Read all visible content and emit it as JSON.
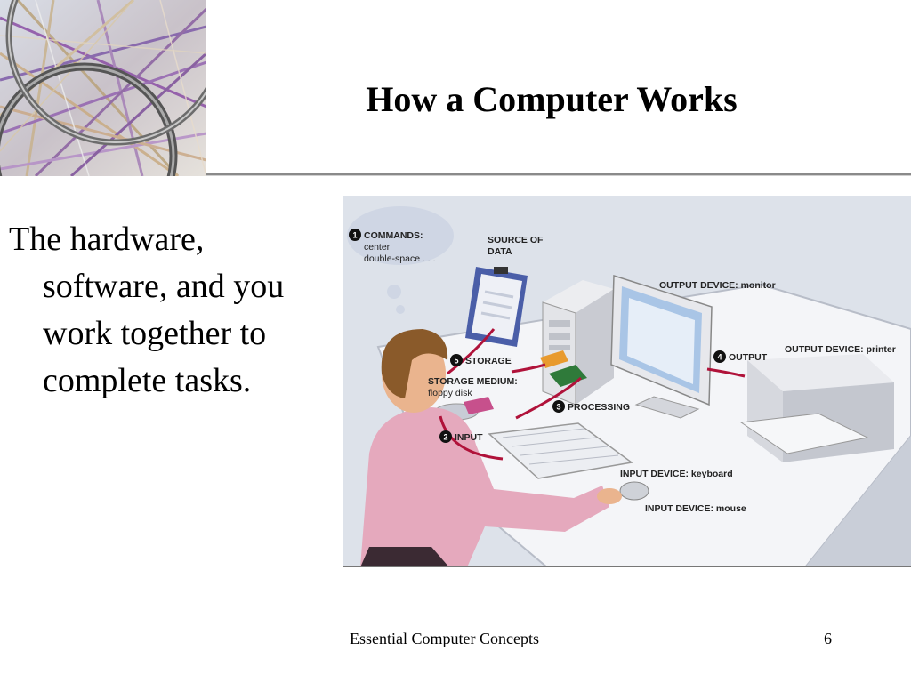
{
  "slide": {
    "title": "How a Computer Works",
    "body_lines": [
      "The hardware,",
      "software, and you",
      "work together to",
      "complete tasks."
    ]
  },
  "illustration": {
    "commands_label": "COMMANDS:",
    "commands_line1": "center",
    "commands_line2": "double-space . . .",
    "source_line1": "SOURCE OF",
    "source_line2": "DATA",
    "output_monitor": "OUTPUT DEVICE: monitor",
    "output_printer": "OUTPUT DEVICE: printer",
    "output_label": "OUTPUT",
    "storage_label": "STORAGE",
    "storage_medium_line1": "STORAGE MEDIUM:",
    "storage_medium_line2": "floppy disk",
    "processing_label": "PROCESSING",
    "input_label": "INPUT",
    "input_keyboard": "INPUT DEVICE: keyboard",
    "input_mouse": "INPUT DEVICE: mouse",
    "steps": [
      "1",
      "2",
      "3",
      "4",
      "5"
    ]
  },
  "footer": {
    "text": "Essential Computer Concepts",
    "page": "6"
  }
}
